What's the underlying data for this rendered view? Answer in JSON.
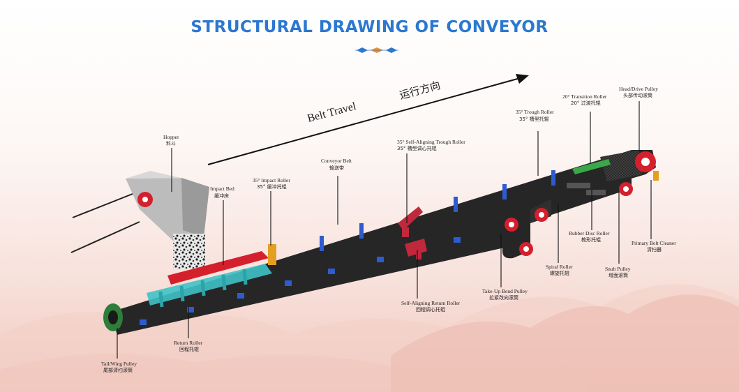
{
  "title": "STRUCTURAL DRAWING OF CONVEYOR",
  "colors": {
    "title": "#2b78d0",
    "accent_orange": "#f0902a",
    "belt": "#262626",
    "pulley_red": "#d4202c",
    "idler_blue": "#2e5bd0",
    "impact_bed": "#3fc2c8",
    "self_aligning": "#c0283c",
    "transition": "#3aa848"
  },
  "belt_travel": {
    "en": "Belt Travel",
    "cn": "运行方向"
  },
  "labels": {
    "hopper": {
      "en": "Hopper",
      "cn": "料斗"
    },
    "impact_bed": {
      "en": "Impact Bed",
      "cn": "缓冲床"
    },
    "impact_roller": {
      "en": "35°  Impact Roller",
      "cn": "35°  缓冲托辊"
    },
    "conveyor_belt": {
      "en": "Conveyor  Belt",
      "cn": "输送带"
    },
    "self_aligning_trough": {
      "en": "35°  Self-Aligning Trough Roller",
      "cn": "35°   槽型调心托辊"
    },
    "trough_roller": {
      "en": "35°   Trough Roller",
      "cn": "35°   槽型托辊"
    },
    "transition_roller": {
      "en": "20°  Transition  Roller",
      "cn": "20°   过渡托辊"
    },
    "head_pulley": {
      "en": "Head/Drive Pulley",
      "cn": "头部传动滚筒"
    },
    "rubber_disc": {
      "en": "Rubber  Disc  Roller",
      "cn": "梳形托辊"
    },
    "primary_cleaner": {
      "en": "Primary  Belt  Cleaner",
      "cn": "清扫器"
    },
    "snub_pulley": {
      "en": "Snub   Pulley",
      "cn": "增面滚筒"
    },
    "spiral_roller": {
      "en": "Spiral  Roller",
      "cn": "螺旋托辊"
    },
    "takeup_pulley": {
      "en": "Take-Up Bend Pulley",
      "cn": "拉紧改向滚筒"
    },
    "self_aligning_return": {
      "en": "Self-Aligning  Return  Roller",
      "cn": "回程调心托辊"
    },
    "return_roller": {
      "en": "Return  Roller",
      "cn": "回程托辊"
    },
    "tail_pulley": {
      "en": "Tail/Wing Pulley",
      "cn": "尾部清扫滚筒"
    }
  }
}
